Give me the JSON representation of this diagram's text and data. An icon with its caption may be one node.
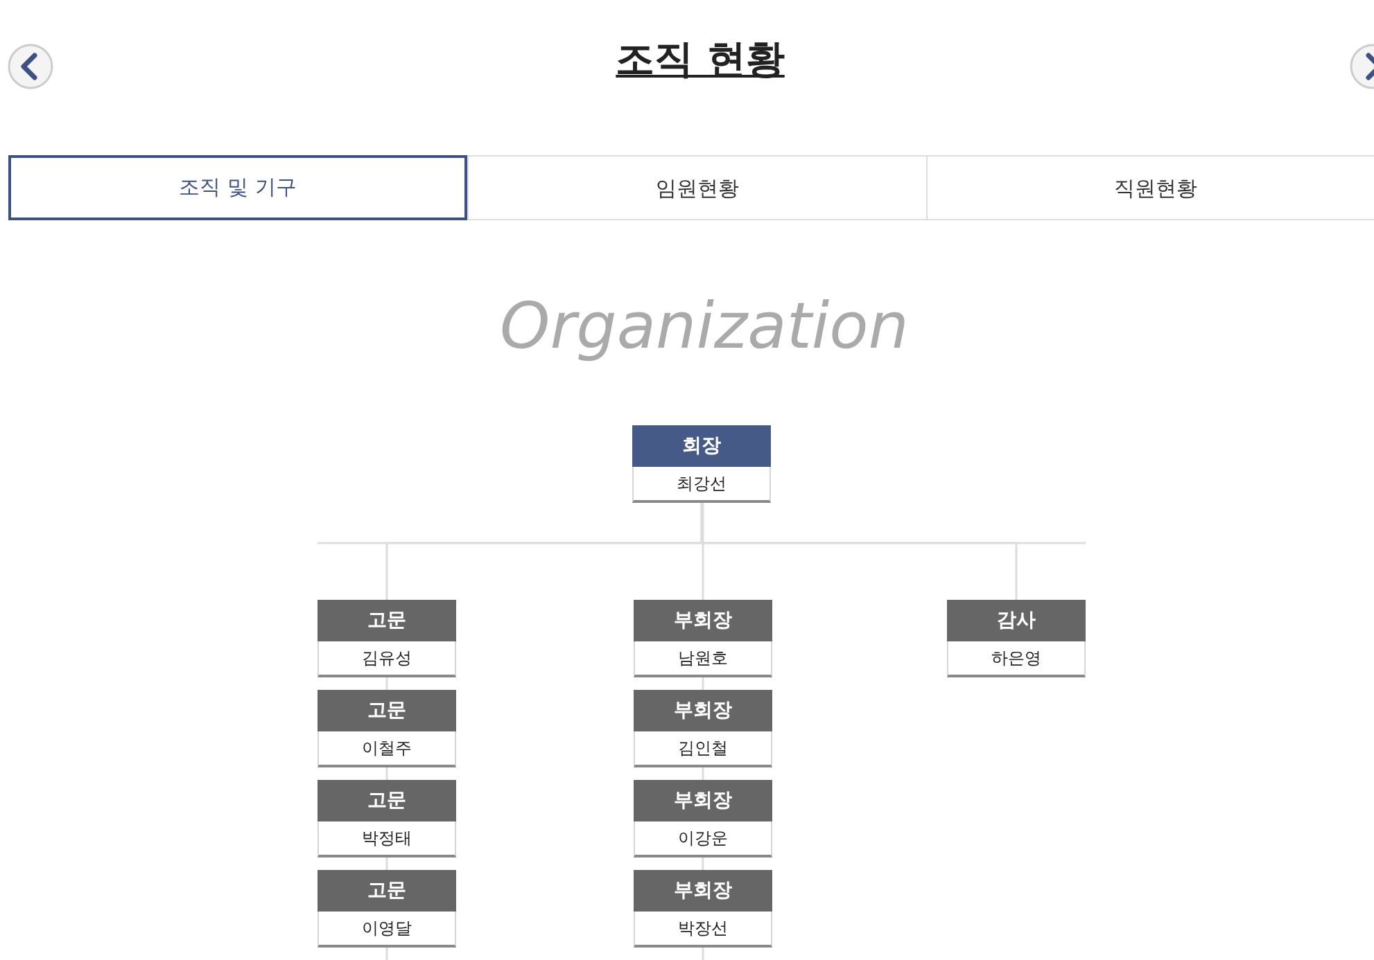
{
  "diagram": {
    "title": "조직 현황",
    "nodes": [
      {
        "text": [
          "회장",
          "최강선"
        ]
      },
      {
        "text": [
          "고문",
          "김유성"
        ]
      },
      {
        "text": [
          "부회장",
          "남원호"
        ]
      },
      {
        "text": [
          "감사",
          "하은영"
        ]
      },
      {
        "text": [
          "고문",
          "이철주"
        ]
      },
      {
        "text": [
          "부회장",
          "김인철"
        ]
      },
      {
        "text": [
          "고문",
          "박정태"
        ]
      },
      {
        "text": [
          "부회장",
          "이강운"
        ]
      },
      {
        "text": [
          "고문",
          "이영달"
        ]
      },
      {
        "text": [
          "부회장",
          "박장선"
        ]
      }
    ],
    "edges": [
      {
        "from": 0,
        "to": 1,
        "arrow": "none"
      },
      {
        "from": 0,
        "to": 2,
        "arrow": "none"
      },
      {
        "from": 0,
        "to": 3,
        "arrow": "none"
      },
      {
        "from": 1,
        "to": 4,
        "arrow": "none"
      },
      {
        "from": 4,
        "to": 6,
        "arrow": "none"
      },
      {
        "from": 6,
        "to": 8,
        "arrow": "none"
      },
      {
        "from": 8,
        "to": null,
        "arrow": "none"
      },
      {
        "from": 2,
        "to": 5,
        "arrow": "none"
      },
      {
        "from": 5,
        "to": 7,
        "arrow": "none"
      },
      {
        "from": 7,
        "to": 9,
        "arrow": "none"
      },
      {
        "from": 9,
        "to": null,
        "arrow": "none"
      }
    ],
    "labels": [
      "조직 및 기구",
      "임원현황",
      "직원현황",
      "Organization"
    ]
  }
}
